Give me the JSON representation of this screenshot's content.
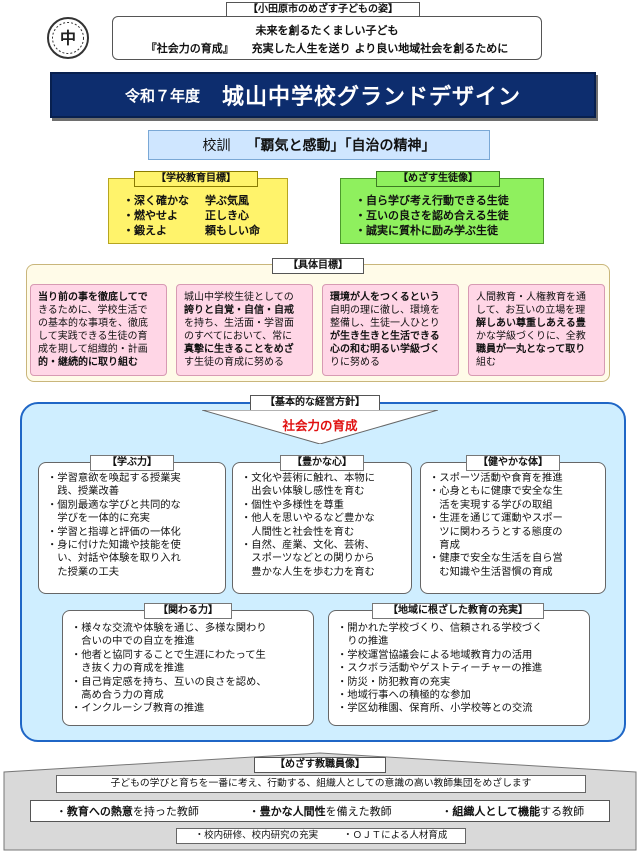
{
  "header": {
    "tag": "【小田原市のめざす子どもの姿】",
    "line1": "未来を創るたくましい子ども",
    "line2_left": "『社会力の育成』",
    "line2_right": "充実した人生を送り より良い地域社会を創るために"
  },
  "logo": {
    "icon": "school-emblem-icon",
    "text": "中"
  },
  "title": {
    "year": "令和７年度",
    "main": "城山中学校グランドデザイン",
    "color": "#0d2d6e"
  },
  "motto": {
    "label": "校訓",
    "value": "「覇気と感動」「自治の精神」"
  },
  "goals": {
    "title": "【学校教育目標】",
    "rows": [
      {
        "a": "・深く確かな",
        "b": "学ぶ気風"
      },
      {
        "a": "・燃やせよ",
        "b": "正しき心"
      },
      {
        "a": "・鍛えよ",
        "b": "頼もしい命"
      }
    ]
  },
  "student": {
    "title": "【めざす生徒像】",
    "items": [
      "・自ら学び考え行動できる生徒",
      "・互いの良さを認め合える生徒",
      "・誠実に質朴に励み学ぶ生徒"
    ]
  },
  "specific": {
    "title": "【具体目標】",
    "boxes": [
      [
        "当り前の事を徹底してで",
        "きるために、学校生活で",
        "の基本的な事項を、徹底",
        "して実践できる生徒の育",
        "成を期して組織的・計画",
        "的・継続的に取り組む"
      ],
      [
        "城山中学校生徒としての",
        "誇りと自覚・自信・自戒",
        "を持ち、生活面・学習面",
        "のすべてにおいて、常に",
        "真摯に生きることをめざ",
        "す生徒の育成に努める"
      ],
      [
        "環境が人をつくるという",
        "自明の理に徹し、環境を",
        "整備し、生徒一人ひとり",
        "が生き生きと生活できる",
        "心の和む明るい学級づく",
        "りに努める"
      ],
      [
        "人間教育・人権教育を通",
        "して、お互いの立場を理",
        "解しあい尊重しあえる豊",
        "かな学級づくりに、全教",
        "職員が一丸となって取り",
        "組む"
      ]
    ]
  },
  "policy": {
    "title": "【基本的な経営方針】",
    "banner": "社会力の育成",
    "manabu": {
      "title": "【学ぶ力】",
      "items": [
        [
          "・学習意欲を喚起する授業実",
          "　践、授業改善"
        ],
        [
          "・個別最適な学びと共同的な",
          "　学びを一体的に充実"
        ],
        [
          "・学習と指導と評価の一体化"
        ],
        [
          "・身に付けた知識や技能を使",
          "　い、対話や体験を取り入れ",
          "　た授業の工夫"
        ]
      ]
    },
    "kokoro": {
      "title": "【豊かな心】",
      "items": [
        [
          "・文化や芸術に触れ、本物に",
          "　出会い体験し感性を育む"
        ],
        [
          "・個性や多様性を尊重"
        ],
        [
          "・他人を思いやるなど豊かな",
          "　人間性と社会性を育む"
        ],
        [
          "・自然、産業、文化、芸術、",
          "　スポーツなどとの関りから",
          "　豊かな人生を歩む力を育む"
        ]
      ]
    },
    "karada": {
      "title": "【健やかな体】",
      "items": [
        [
          "・スポーツ活動や食育を推進"
        ],
        [
          "・心身ともに健康で安全な生",
          "　活を実現する学びの取組"
        ],
        [
          "・生涯を通じて運動やスポー",
          "　ツに関わろうとする態度の",
          "　育成"
        ],
        [
          "・健康で安全な生活を自ら営",
          "　む知識や生活習慣の育成"
        ]
      ]
    },
    "kakawaru": {
      "title": "【関わる力】",
      "items": [
        [
          "・様々な交流や体験を通じ、多様な関わり",
          "　合いの中での自立を推進"
        ],
        [
          "・他者と協同することで生涯にわたって生",
          "　き抜く力の育成を推進"
        ],
        [
          "・自己肯定感を持ち、互いの良さを認め、",
          "　高め合う力の育成"
        ],
        [
          "・インクルーシブ教育の推進"
        ]
      ]
    },
    "chiiki": {
      "title": "【地域に根ざした教育の充実】",
      "items": [
        [
          "・開かれた学校づくり、信頼される学校づく",
          "　りの推進"
        ],
        [
          "・学校運営協議会による地域教育力の活用"
        ],
        [
          "・スクボラ活動やゲストティーチャーの推進"
        ],
        [
          "・防災・防犯教育の充実"
        ],
        [
          "・地域行事への積極的な参加"
        ],
        [
          "・学区幼稚園、保育所、小学校等との交流"
        ]
      ]
    }
  },
  "staff": {
    "title": "【めざす教職員像】",
    "intro": "子どもの学びと育ちを一番に考え、行動する、組織人としての意識の高い教師集団をめざします",
    "items": [
      {
        "pre": "・",
        "em": "教育への熱意",
        "post": "を持った教師"
      },
      {
        "pre": "・",
        "em": "豊かな人間性",
        "post": "を備えた教師"
      },
      {
        "pre": "・",
        "em": "組織人として機能",
        "post": "する教師"
      }
    ],
    "notes": [
      "・校内研修、校内研究の充実",
      "・ＯＪＴによる人材育成"
    ]
  }
}
